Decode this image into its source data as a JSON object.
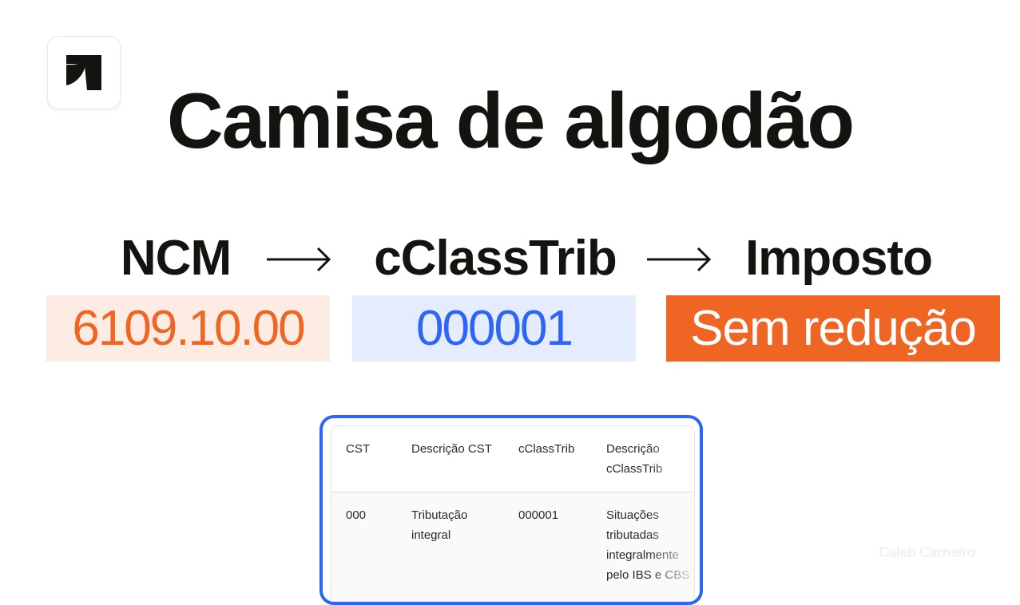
{
  "logo": {
    "icon": "arrow-up-right-logo-icon"
  },
  "title": "Camisa de algodão",
  "flow": {
    "steps": [
      {
        "label": "NCM",
        "value": "6109.10.00",
        "bg": "#fdece4",
        "color": "#ef6624"
      },
      {
        "label": "cClassTrib",
        "value": "000001",
        "bg": "#e5ecfd",
        "color": "#2b66f6"
      },
      {
        "label": "Imposto",
        "value": "Sem redução",
        "bg": "#ef6624",
        "color": "#ffffff"
      }
    ],
    "arrow_icon": "long-right-arrow-icon"
  },
  "table": {
    "headers": [
      "CST",
      "Descrição CST",
      "cClassTrib",
      "Descrição cClassTrib"
    ],
    "rows": [
      [
        "000",
        "Tributação integral",
        "000001",
        "Situações tributadas integralmente pelo IBS e CBS"
      ]
    ],
    "border_color": "#2b66f6"
  },
  "watermark": "Caleb Carneiro"
}
